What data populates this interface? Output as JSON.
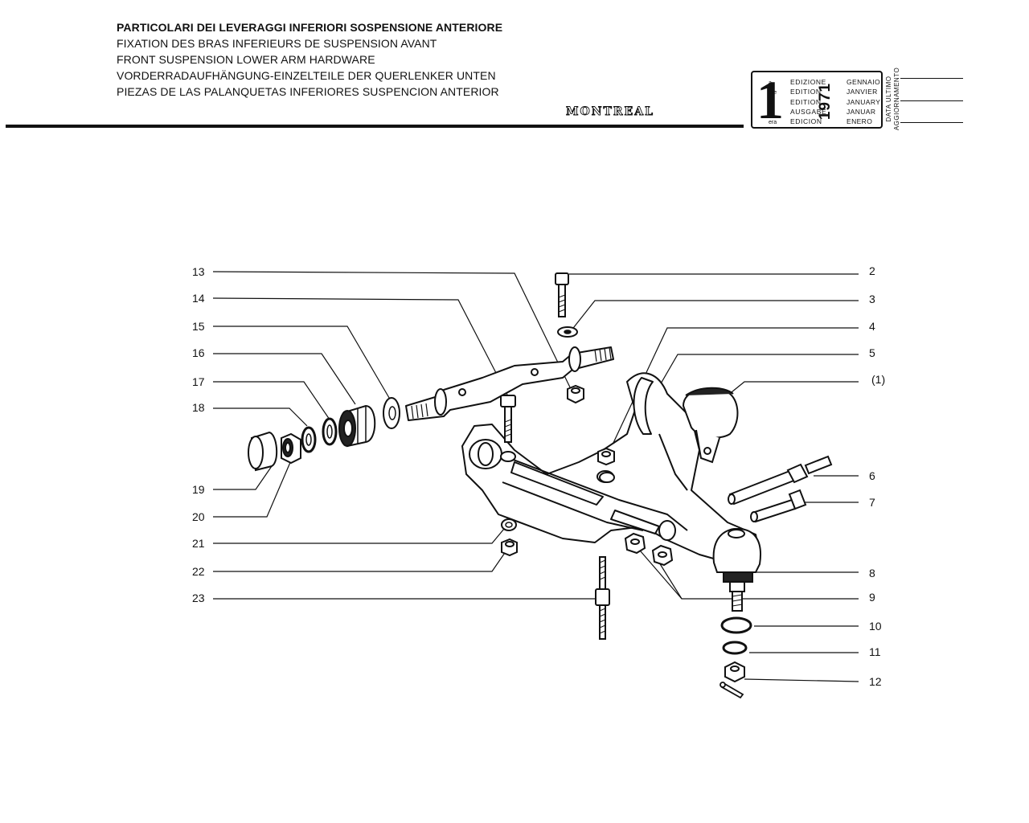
{
  "header": {
    "titles": [
      "PARTICOLARI DEI LEVERAGGI INFERIORI SOSPENSIONE ANTERIORE",
      "FIXATION DES BRAS INFERIEURS DE SUSPENSION AVANT",
      "FRONT SUSPENSION LOWER ARM HARDWARE",
      "VORDERRADAUFHÄNGUNG-EINZELTEILE DER QUERLENKER UNTEN",
      "PIEZAS DE LAS PALANQUETAS INFERIORES SUSPENCION ANTERIOR"
    ],
    "model": "MONTREAL"
  },
  "edition": {
    "number": "1",
    "ordinals": [
      "a",
      "ere",
      "st",
      ".",
      "era"
    ],
    "words": [
      "EDIZIONE",
      "EDITION",
      "EDITION",
      "AUSGABE",
      "EDICION"
    ],
    "year": "1971",
    "months": [
      "GENNAIO",
      "JANVIER",
      "JANUARY",
      "JANUAR",
      "ENERO"
    ],
    "update_label": [
      "DATA ULTIMO",
      "AGGIORNAMENTO"
    ]
  },
  "callouts": {
    "left": [
      "13",
      "14",
      "15",
      "16",
      "17",
      "18",
      "19",
      "20",
      "21",
      "22",
      "23"
    ],
    "right": [
      "2",
      "3",
      "4",
      "5",
      "(1)",
      "6",
      "7",
      "8",
      "9",
      "10",
      "11",
      "12"
    ]
  }
}
